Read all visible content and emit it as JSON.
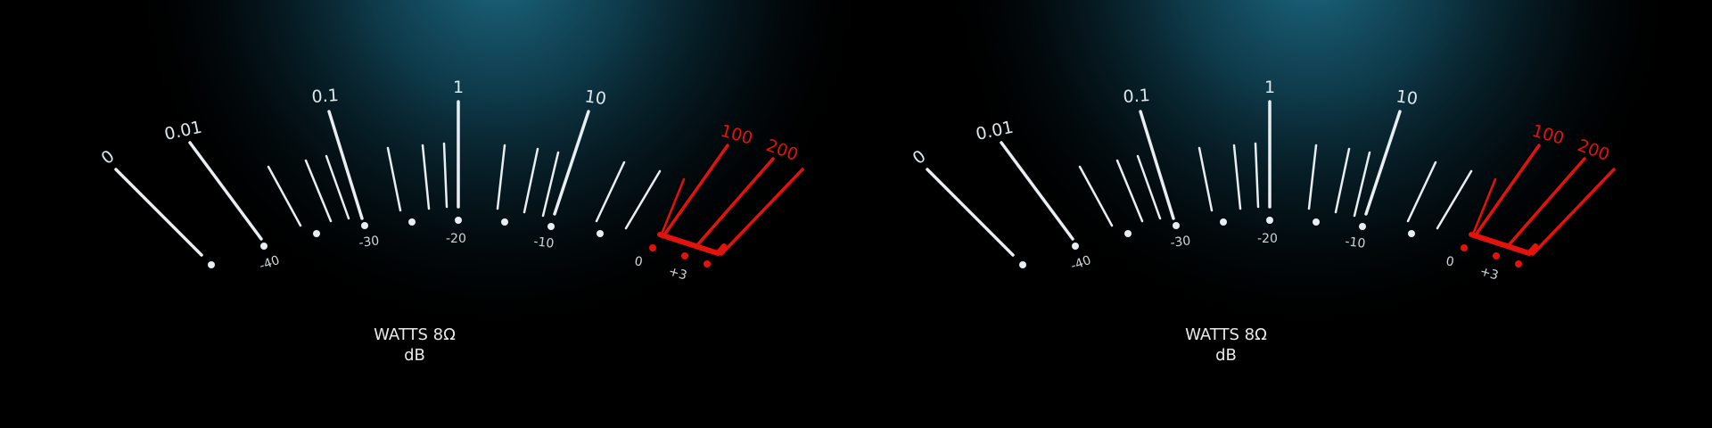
{
  "colors": {
    "background": "#000000",
    "glow": "#1a5f78",
    "scale": "#e8eef2",
    "overload": "#e3120b",
    "label": "#e9e9e9"
  },
  "meters": [
    {
      "id": "left",
      "watts_labels": [
        "0",
        "0.01",
        "0.1",
        "1",
        "10"
      ],
      "watts_overload_labels": [
        "100",
        "200"
      ],
      "db_labels": [
        "-40",
        "-30",
        "-20",
        "-10"
      ],
      "db_overload_labels": [
        "0",
        "+3"
      ],
      "label_line1": "WATTS 8Ω",
      "label_line2": "dB"
    },
    {
      "id": "right",
      "watts_labels": [
        "0",
        "0.01",
        "0.1",
        "1",
        "10"
      ],
      "watts_overload_labels": [
        "100",
        "200"
      ],
      "db_labels": [
        "-40",
        "-30",
        "-20",
        "-10"
      ],
      "db_overload_labels": [
        "0",
        "+3"
      ],
      "label_line1": "WATTS 8Ω",
      "label_line2": "dB"
    }
  ]
}
